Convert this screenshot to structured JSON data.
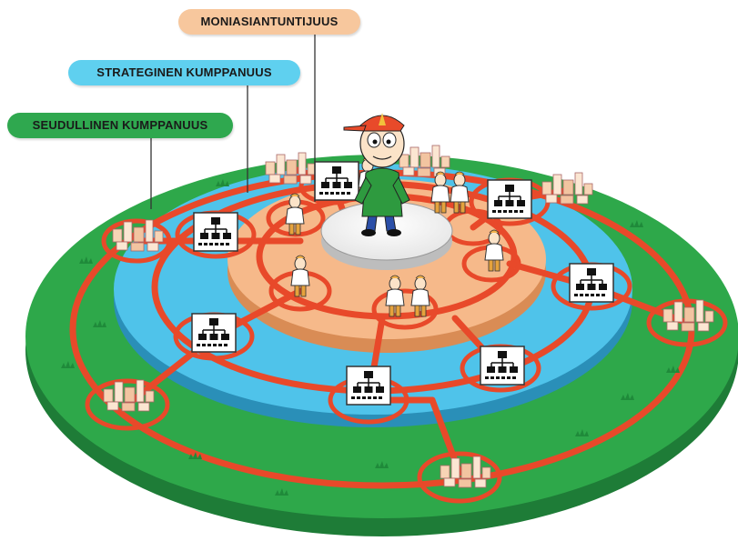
{
  "labels": {
    "moniasiantuntijuus": "MONIASIANTUNTIJUUS",
    "strateginen": "STRATEGINEN KUMPPANUUS",
    "seudullinen": "SEUDULLINEN KUMPPANUUS"
  },
  "colors": {
    "outer_ring": "#2ea84a",
    "middle_ring": "#4fc3ea",
    "inner_ring": "#f6b98a",
    "network_lines": "#e8492a",
    "center_platform": "#ffffff",
    "moni_pill": "#f7c79d",
    "strat_pill": "#5fd0ef",
    "seud_pill": "#2fa84f"
  },
  "icons": [
    "town-icon",
    "org-chart-icon",
    "person-icon",
    "boy-character-icon",
    "grass-icon"
  ]
}
